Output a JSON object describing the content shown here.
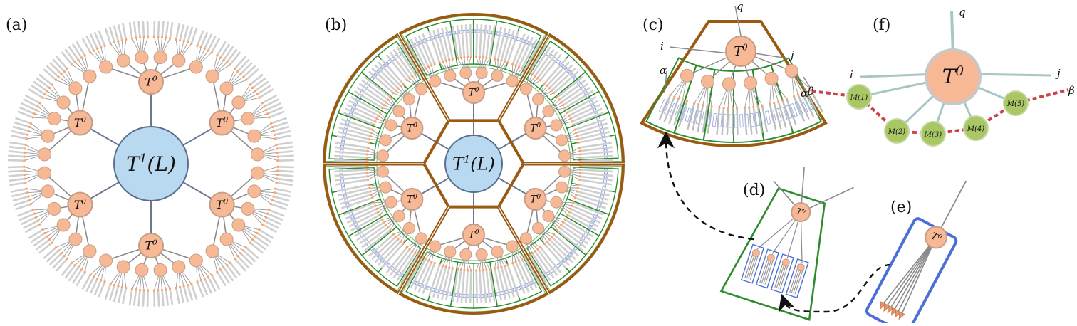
{
  "panels": {
    "a": "(a)",
    "b": "(b)",
    "c": "(c)",
    "d": "(d)",
    "e": "(e)",
    "f": "(f)"
  },
  "nodes": {
    "root_base": "T",
    "root_sup": "1",
    "root_arg": "(L)",
    "sub_base": "T",
    "sub_sup": "0"
  },
  "legs": {
    "q": "q",
    "i": "i",
    "j": "j",
    "alpha": "α",
    "beta": "β"
  },
  "mps": [
    "M(1)",
    "M(2)",
    "M(3)",
    "M(4)",
    "M(5)"
  ],
  "colors": {
    "root_fill": "#b9d9f0",
    "root_stroke": "#5a6f8e",
    "node_fill": "#f7b896",
    "node_stroke": "#c69c86",
    "leaf_fill": "#d6d6d6",
    "edge": "#8a8a8a",
    "brown": "#9a5a12",
    "green": "#2e8b2e",
    "blue": "#4a6fd6",
    "mps_fill": "#a9c764",
    "mps_bond": "#d0404a",
    "leg_teal": "#a8c7c4"
  }
}
